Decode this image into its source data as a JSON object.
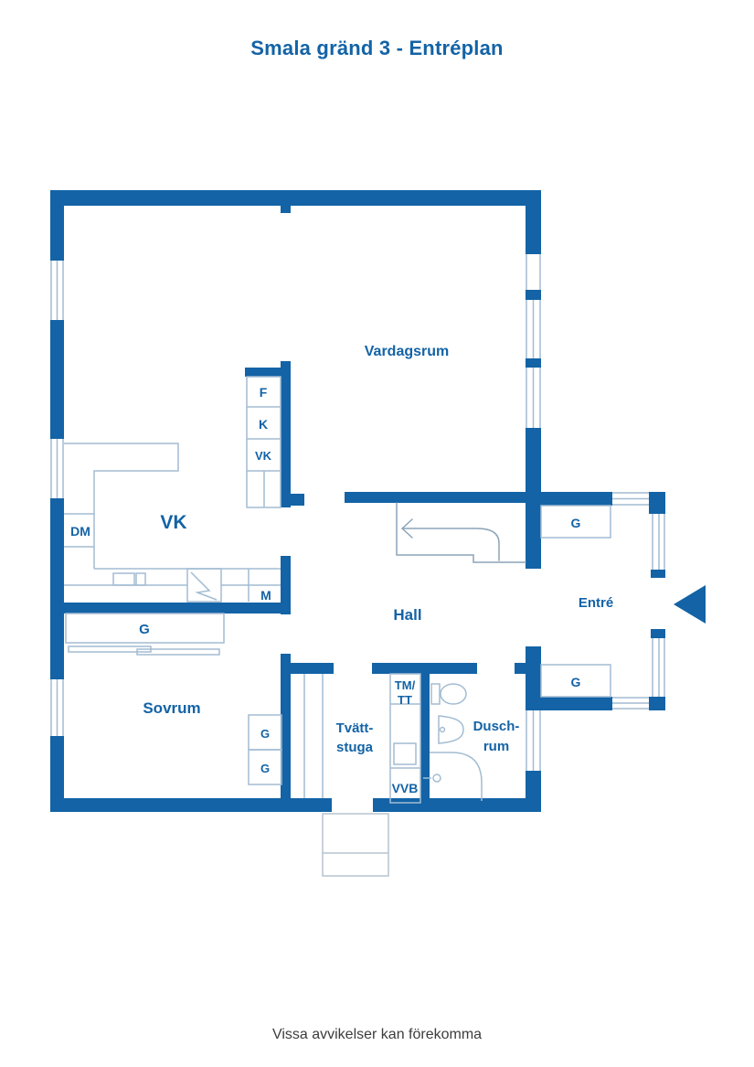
{
  "page": {
    "title": "Smala gränd 3 - Entréplan",
    "disclaimer": "Vissa avvikelser kan förekomma"
  },
  "floorplan": {
    "rooms": {
      "vardagsrum": "Vardagsrum",
      "kok": "VK",
      "hall": "Hall",
      "entre": "Entré",
      "sovrum": "Sovrum",
      "tvattstuga": {
        "line1": "Tvätt-",
        "line2": "stuga"
      },
      "duschrum": {
        "line1": "Dusch-",
        "line2": "rum"
      }
    },
    "fixtures": {
      "freezer": "F",
      "fridge": "K",
      "cabinet": "VK",
      "dishwasher": "DM",
      "microwave": "M",
      "wardrobe": "G",
      "washer_dryer": {
        "line1": "TM/",
        "line2": "TT"
      },
      "water_heater": "VVB"
    },
    "colors": {
      "wall": "#1363a6",
      "label": "#1363a6",
      "thin_line": "#a3bcd2",
      "stair_line": "#8ba4b8",
      "porch_line": "#b6c4cf",
      "disclaimer_text": "#3c3c3c"
    }
  }
}
